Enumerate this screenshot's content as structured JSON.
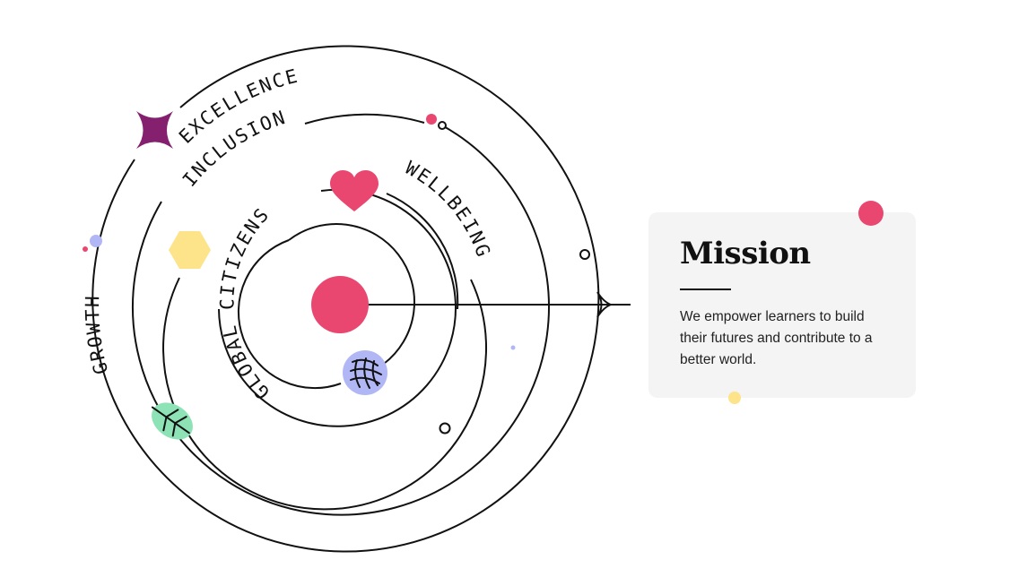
{
  "rings": {
    "excellence": "EXCELLENCE",
    "inclusion": "INCLUSION",
    "wellbeing": "WELLBEING",
    "global_citizens": "GLOBAL CITIZENS",
    "growth": "GROWTH"
  },
  "mission": {
    "title": "Mission",
    "body": "We empower learners to build their futures and contribute to a better world."
  },
  "icons": {
    "star": "four-point-star-icon",
    "heart": "heart-icon",
    "hexagon": "hexagon-icon",
    "globe": "globe-icon",
    "leaf": "leaf-icon"
  },
  "colors": {
    "pink": "#e9476f",
    "purple": "#85206f",
    "yellow": "#fde38a",
    "lavender": "#b1b7f5",
    "mint": "#8ee3b6",
    "ink": "#111111",
    "card": "#f4f4f4"
  }
}
